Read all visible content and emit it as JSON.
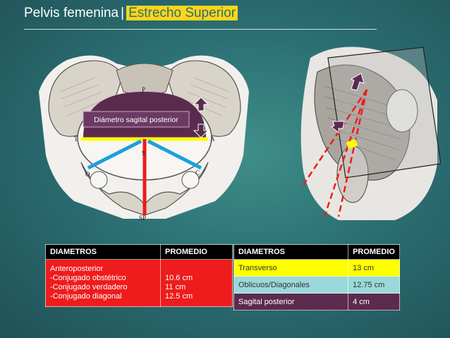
{
  "slide": {
    "title_main": "Pelvis femenina",
    "title_sep": "|",
    "title_highlight": "Estrecho Superior"
  },
  "figure_left": {
    "banner_label": "Diámetro sagital posterior",
    "point_labels": [
      "P",
      "T",
      "A",
      "O",
      "C",
      "S",
      "SP"
    ]
  },
  "table_left": {
    "headers": [
      "DIAMETROS",
      "PROMEDIO"
    ],
    "diametros": [
      "Anteroposterior",
      "-Conjugado obstétrico",
      "-Conjugado verdadero",
      "-Conjugado diagonal"
    ],
    "promedios": [
      "",
      "10.6 cm",
      "11 cm",
      "12.5 cm"
    ]
  },
  "table_right": {
    "headers": [
      "DIAMETROS",
      "PROMEDIO"
    ],
    "rows": [
      {
        "diametro": "Transverso",
        "promedio": "13 cm"
      },
      {
        "diametro": "Oblicuos/Diagonales",
        "promedio": "12.75 cm"
      },
      {
        "diametro": "Sagital posterior",
        "promedio": "4 cm"
      }
    ]
  },
  "colors": {
    "yellow": "#ffff00",
    "red": "#ee1c1c",
    "blue": "#1aa0e0",
    "purple": "#5b2b4f",
    "teal_row": "#9ad8db"
  }
}
